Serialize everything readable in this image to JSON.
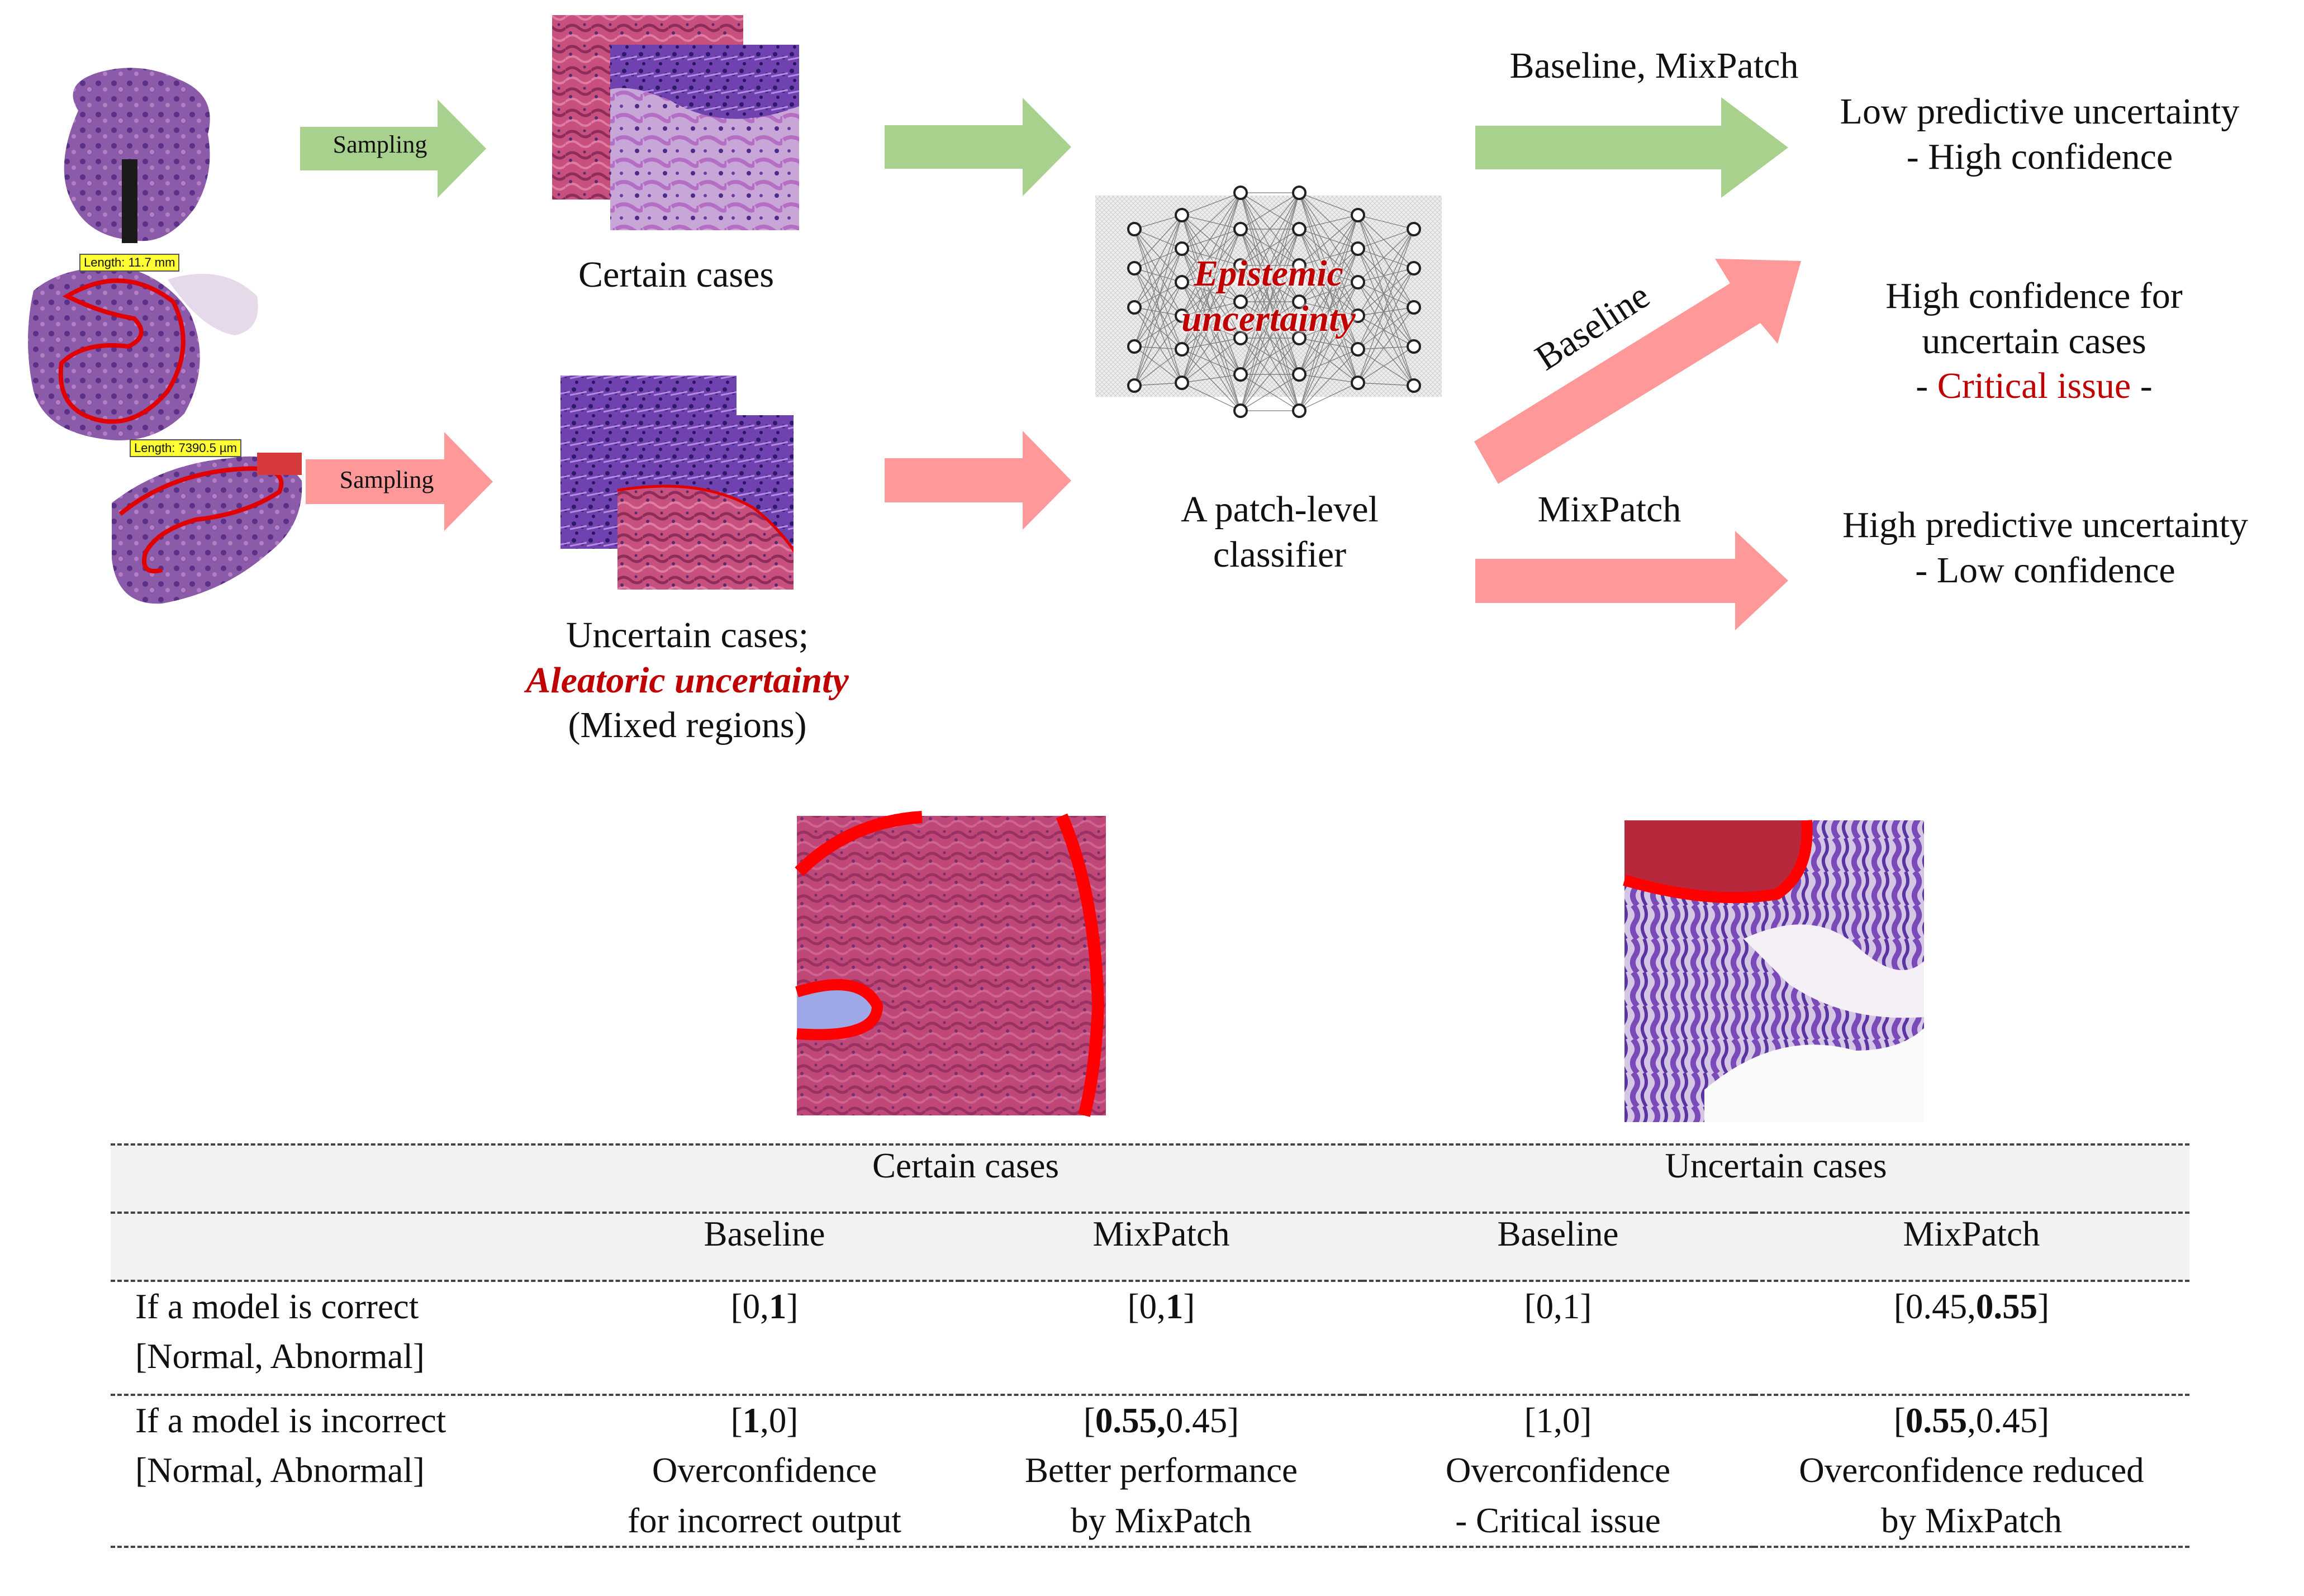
{
  "labels": {
    "sampling_top": "Sampling",
    "sampling_bottom": "Sampling",
    "length_tag_1": "Length: 11.7 mm",
    "length_tag_2": "Length: 7390.5 µm",
    "certain_cases": "Certain cases",
    "uncertain_cases": "Uncertain cases;",
    "aleatoric": "Aleatoric uncertainty",
    "mixed_regions": "(Mixed regions)",
    "epistemic_line1": "Epistemic",
    "epistemic_line2": "uncertainty",
    "classifier_line1": "A patch-level",
    "classifier_line2": "classifier",
    "arrow_top_label": "Baseline,  MixPatch",
    "arrow_diag_label": "Baseline",
    "arrow_bottom_label": "MixPatch"
  },
  "outcomes": {
    "top_line1": "Low predictive uncertainty",
    "top_line2": "- High confidence",
    "mid_line1": "High confidence for",
    "mid_line2": "uncertain cases",
    "mid_prefix": "- ",
    "mid_critical": "Critical issue",
    "mid_suffix": " -",
    "bottom_line1": "High predictive uncertainty",
    "bottom_line2": "- Low confidence"
  },
  "table": {
    "group_headers": [
      "Certain cases",
      "Uncertain cases"
    ],
    "col_headers": [
      "Baseline",
      "MixPatch",
      "Baseline",
      "MixPatch"
    ],
    "row_correct": {
      "label_line1": "If a model is correct",
      "label_line2": "[Normal, Abnormal]",
      "cells": [
        {
          "open": "[0,",
          "bold": "1",
          "close": "]"
        },
        {
          "open": "[0,",
          "bold": "1",
          "close": "]"
        },
        {
          "open": "[0,1]",
          "bold": "",
          "close": ""
        },
        {
          "open": "[0.45,",
          "bold": "0.55",
          "close": "]"
        }
      ]
    },
    "row_incorrect": {
      "label_line1": "If a model is incorrect",
      "label_line2": "[Normal, Abnormal]",
      "cells": [
        {
          "open": "[",
          "bold": "1",
          "close": ",0]",
          "note1": "Overconfidence",
          "note2": "for incorrect output"
        },
        {
          "open": "[",
          "bold": "0.55,",
          "close": "0.45]",
          "note1": "Better performance",
          "note2": "by MixPatch"
        },
        {
          "open": "[1,0]",
          "bold": "",
          "close": "",
          "note1": "Overconfidence",
          "note2": "- Critical issue"
        },
        {
          "open": "[",
          "bold": "0.55",
          "close": ",0.45]",
          "note1": "Overconfidence reduced",
          "note2": "by MixPatch"
        }
      ]
    }
  },
  "colors": {
    "green_arrow": "#a9d18e",
    "red_arrow": "#ff9999",
    "annotation_red": "#c00000",
    "tissue_pink": "#c2497a",
    "tissue_purple": "#6a3aa8"
  }
}
